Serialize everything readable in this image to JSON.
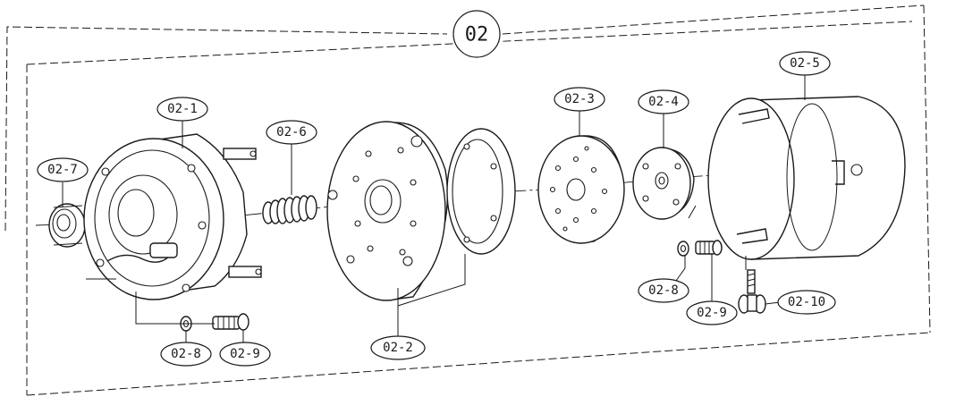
{
  "assembly": {
    "id": "02"
  },
  "labels": {
    "part_1": "02-1",
    "part_2": "02-2",
    "part_3": "02-3",
    "part_4": "02-4",
    "part_5": "02-5",
    "part_6": "02-6",
    "part_7": "02-7",
    "part_8_left": "02-8",
    "part_9_left": "02-9",
    "part_8_right": "02-8",
    "part_9_right": "02-9",
    "part_10": "02-10"
  }
}
